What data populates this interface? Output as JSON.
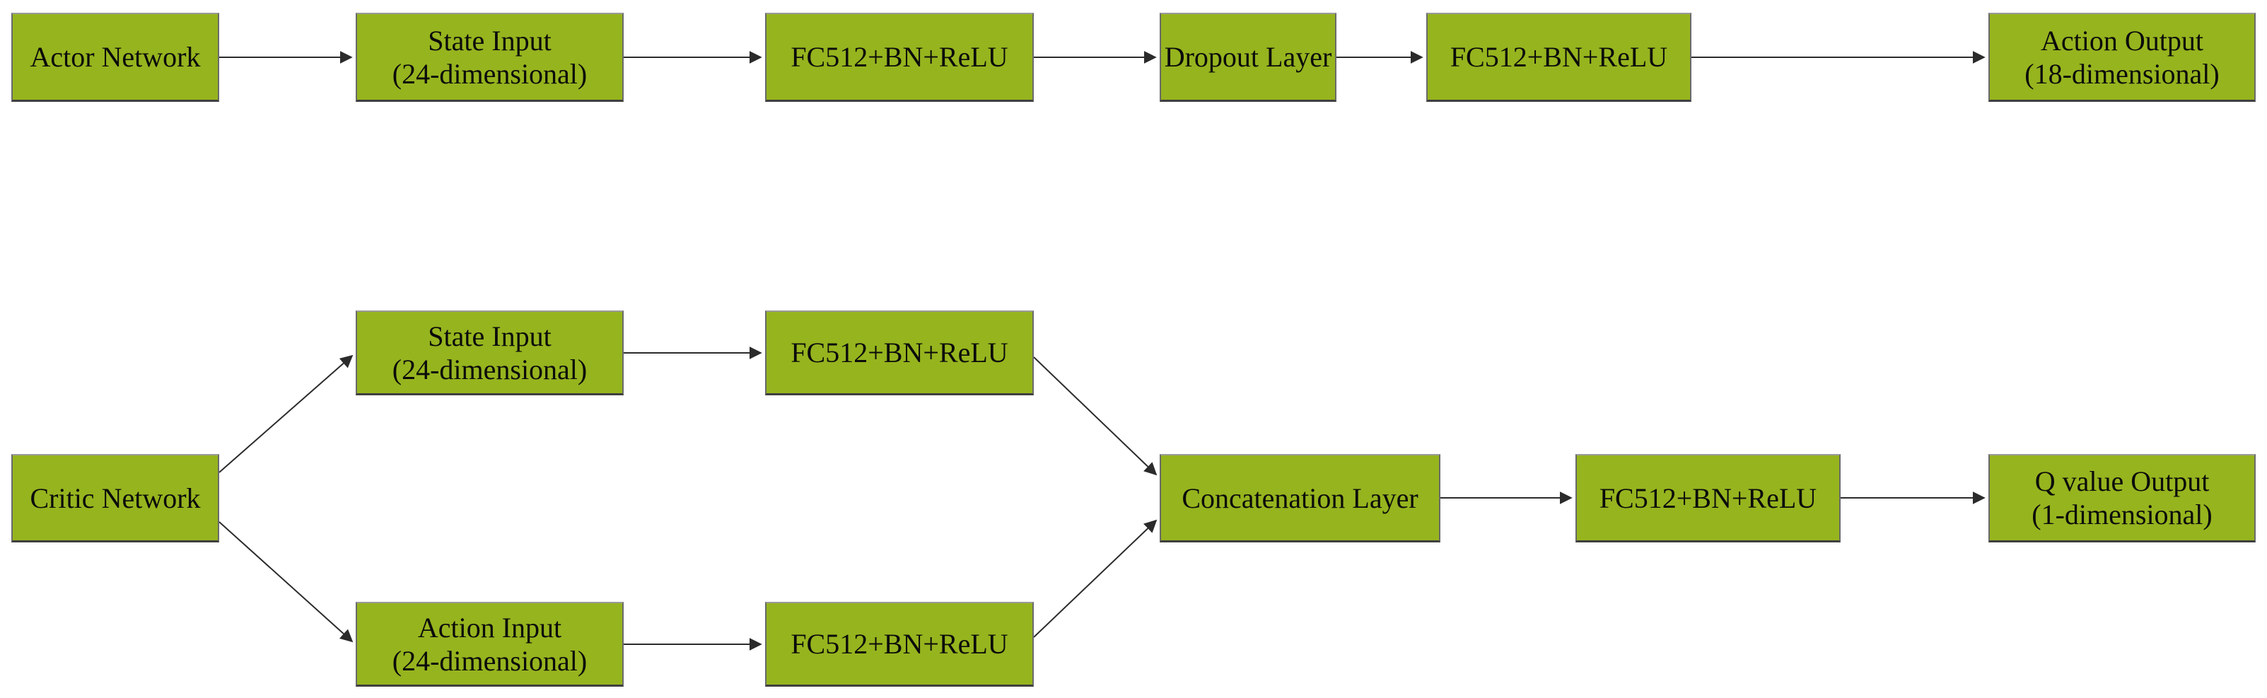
{
  "colors": {
    "node_fill": "#96b41e",
    "edge": "#2b2b2b",
    "text": "#0b0b0b",
    "background": "#ffffff"
  },
  "actor_network": {
    "name": "Actor Network",
    "state_input_line1": "State Input",
    "state_input_line2": "(24-dimensional)",
    "fc1": "FC512+BN+ReLU",
    "dropout": "Dropout Layer",
    "fc2": "FC512+BN+ReLU",
    "action_output_line1": "Action Output",
    "action_output_line2": "(18-dimensional)"
  },
  "critic_network": {
    "name": "Critic Network",
    "state_input_line1": "State Input",
    "state_input_line2": "(24-dimensional)",
    "action_input_line1": "Action Input",
    "action_input_line2": "(24-dimensional)",
    "fc_state": "FC512+BN+ReLU",
    "fc_action": "FC512+BN+ReLU",
    "concatenation": "Concatenation Layer",
    "fc2": "FC512+BN+ReLU",
    "q_output_line1": "Q value Output",
    "q_output_line2": "(1-dimensional)"
  }
}
